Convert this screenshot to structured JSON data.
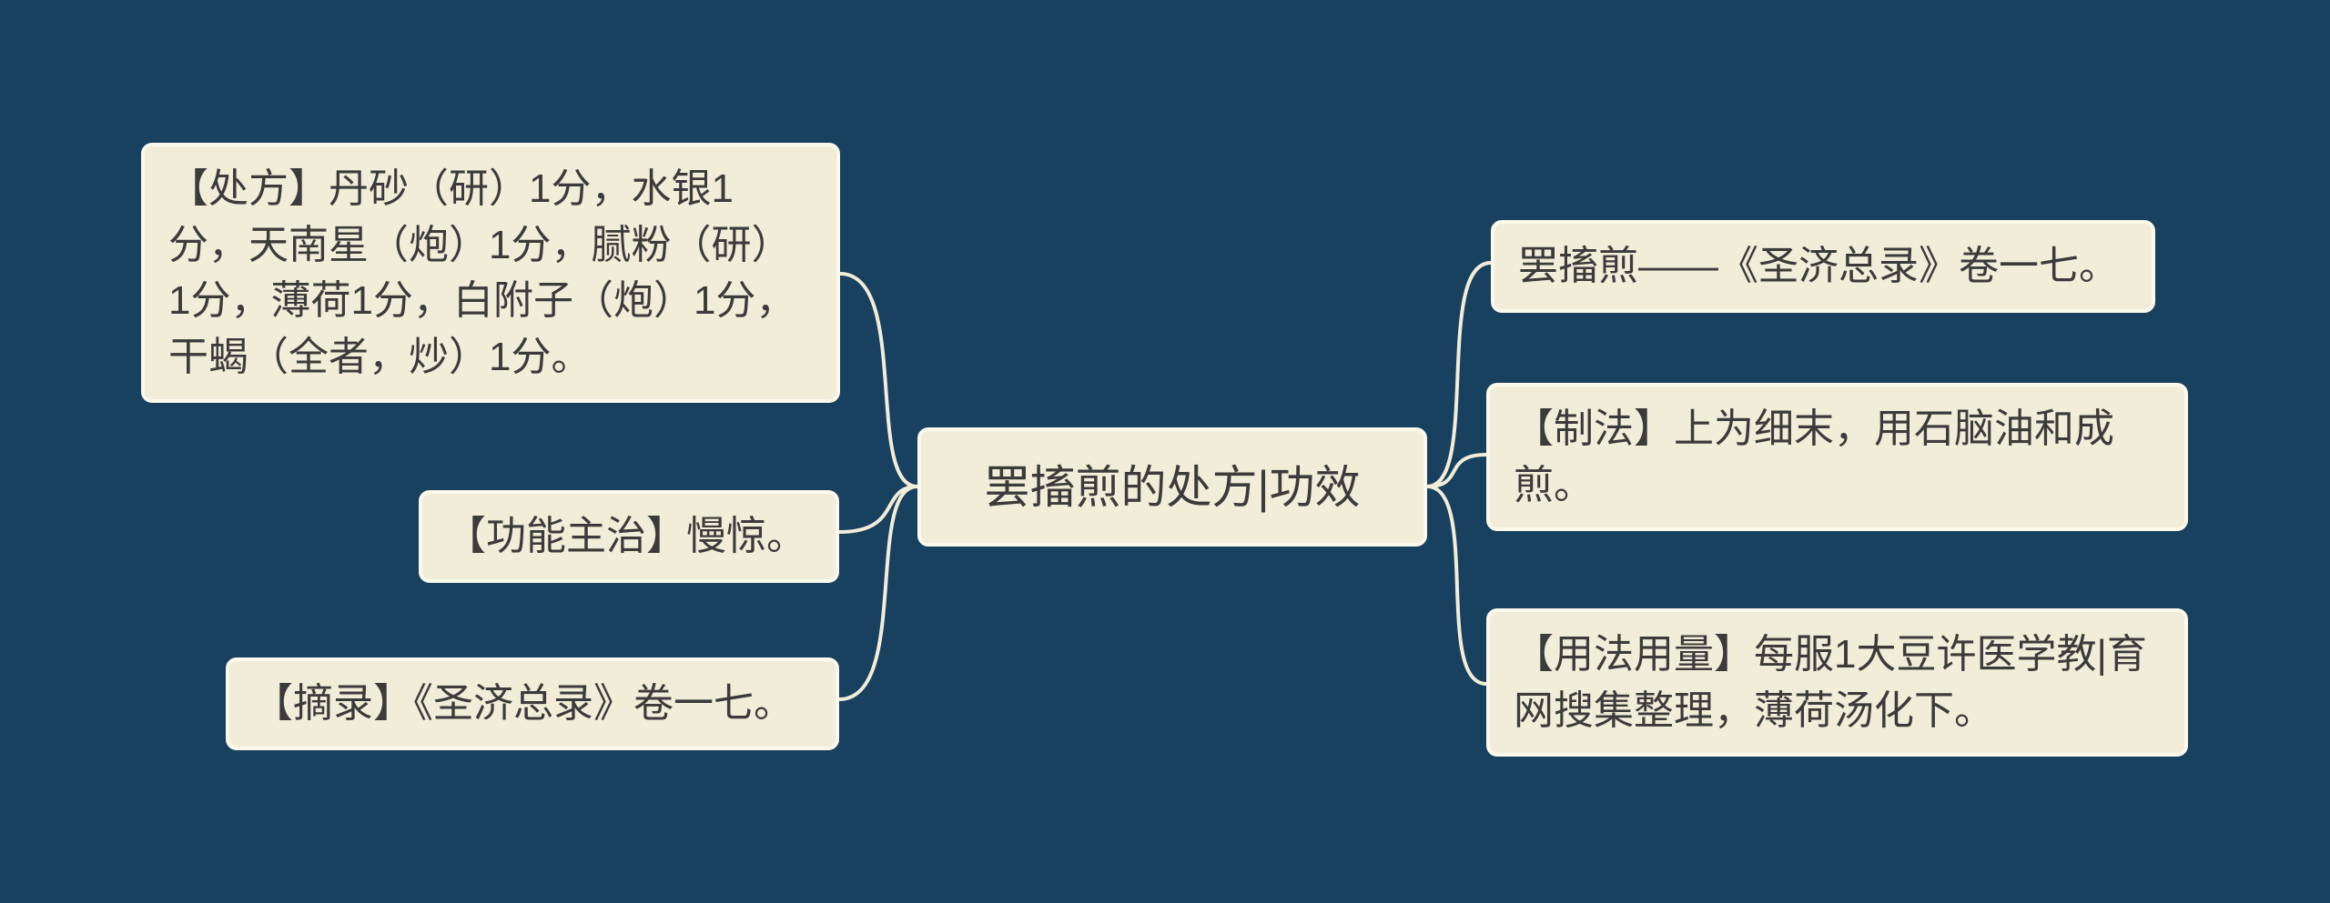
{
  "canvas": {
    "background_color": "#18415f",
    "node_fill_color": "#f2edd9",
    "node_border_color": "#fbf8ec",
    "connector_color": "#f2edd9",
    "text_color": "#3b3b3b"
  },
  "mindmap": {
    "root": {
      "label": "罢搐煎的处方|功效"
    },
    "left_branches": [
      {
        "label": "【处方】丹砂（研）1分，水银1分，天南星（炮）1分，腻粉（研）1分，薄荷1分，白附子（炮）1分，干蝎（全者，炒）1分。"
      },
      {
        "label": "【功能主治】慢惊。"
      },
      {
        "label": "【摘录】《圣济总录》卷一七。"
      }
    ],
    "right_branches": [
      {
        "label": "罢搐煎——《圣济总录》卷一七。"
      },
      {
        "label": "【制法】上为细末，用石脑油和成煎。"
      },
      {
        "label": "【用法用量】每服1大豆许医学教|育网搜集整理，薄荷汤化下。"
      }
    ]
  }
}
